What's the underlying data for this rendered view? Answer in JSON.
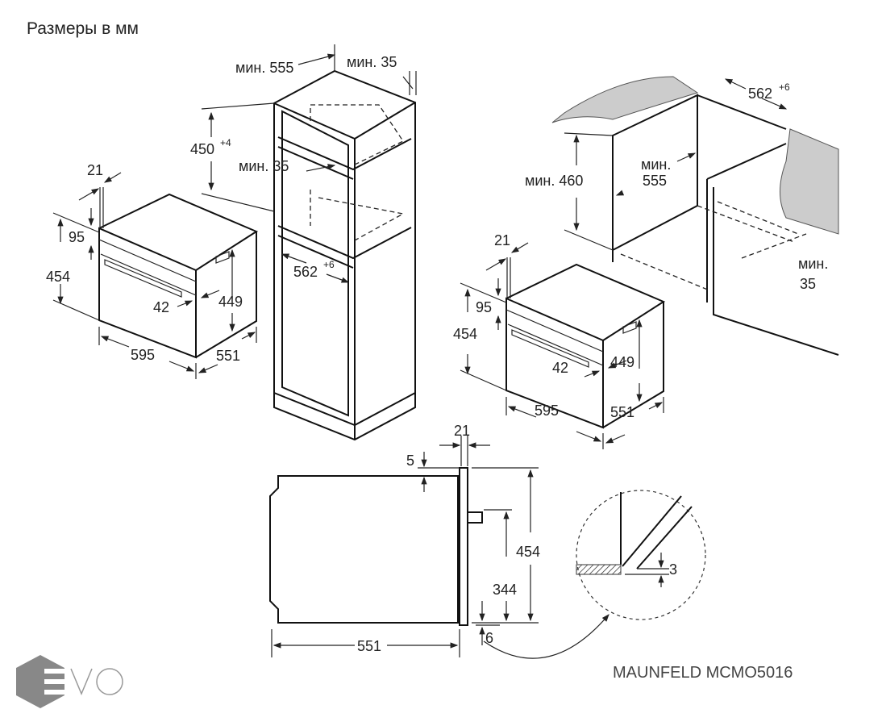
{
  "title": "Размеры в мм",
  "brand_model": "MAUNFELD MCMO5016",
  "logo_text": "EVO",
  "oven": {
    "depth_front": "21",
    "panel_height": "95",
    "height": "454",
    "handle_depth": "42",
    "body_height": "449",
    "width": "595",
    "depth": "551"
  },
  "tall_cabinet": {
    "min_depth": "мин. 555",
    "min_gap_top": "мин. 35",
    "niche_height": "450",
    "niche_height_tol": "+4",
    "min_gap_shelf": "мин. 35",
    "niche_width": "562",
    "niche_width_tol": "+6"
  },
  "base_cabinet": {
    "niche_width": "562",
    "niche_width_tol": "+6",
    "min_height": "мин. 460",
    "min_depth_l1": "мин.",
    "min_depth_l2": "555",
    "min_gap_l1": "мин.",
    "min_gap_l2": "35"
  },
  "side_view": {
    "front_thickness": "21",
    "top_offset": "5",
    "height": "454",
    "handle_height": "344",
    "depth": "551",
    "bottom_offset": "6",
    "detail_gap": "3"
  }
}
